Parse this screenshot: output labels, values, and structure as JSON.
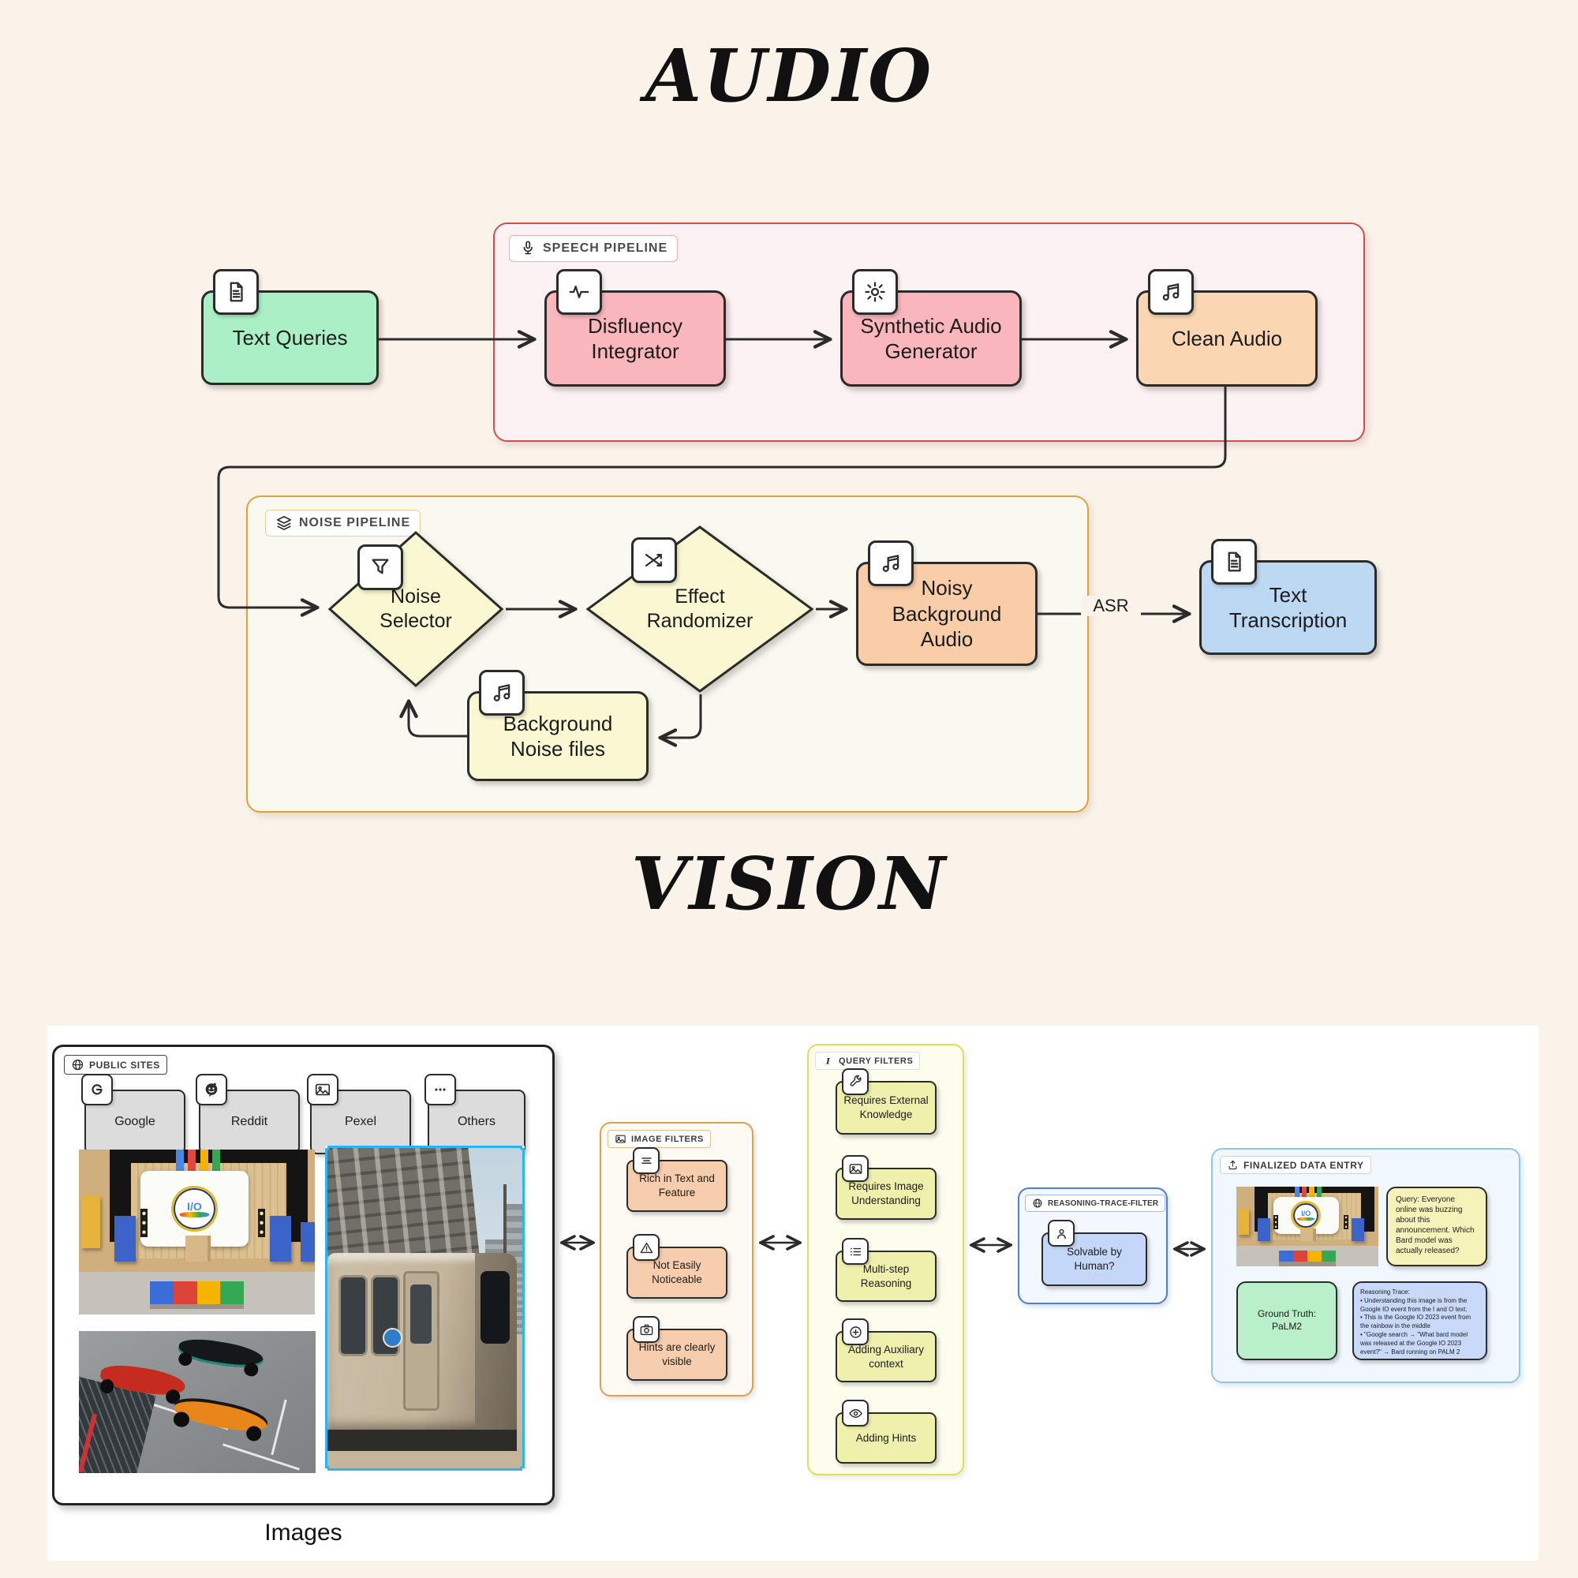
{
  "colors": {
    "background": "#FAF3EA",
    "green_node": "#ABEFC7",
    "pink_node": "#F9B6BC",
    "peach_node": "#FAD7B2",
    "yellow_node": "#FAF8D2",
    "blue_node": "#BDD8F3",
    "speech_pipeline_border": "#CF4F4F",
    "noise_pipeline_border": "#DFA13C",
    "selection_blue": "#2AB5F5"
  },
  "audio": {
    "title": "AUDIO",
    "text_queries": {
      "label": "Text Queries",
      "icon": "document-icon"
    },
    "speech_pipeline": {
      "label": "SPEECH PIPELINE",
      "icon": "microphone-icon",
      "disfluency_integrator": {
        "label": "Disfluency Integrator",
        "icon": "waveform-icon"
      },
      "synthetic_audio_generator": {
        "label": "Synthetic Audio Generator",
        "icon": "gear-icon"
      },
      "clean_audio": {
        "label": "Clean Audio",
        "icon": "music-note-icon"
      }
    },
    "noise_pipeline": {
      "label": "NOISE PIPELINE",
      "icon": "layers-icon",
      "noise_selector": {
        "label": "Noise Selector",
        "icon": "funnel-icon"
      },
      "effect_randomizer": {
        "label": "Effect Randomizer",
        "icon": "shuffle-icon"
      },
      "noisy_background_audio": {
        "label": "Noisy Background Audio",
        "icon": "music-note-icon"
      },
      "background_noise_files": {
        "label": "Background Noise files",
        "icon": "music-note-icon"
      }
    },
    "asr_label": "ASR",
    "text_transcription": {
      "label": "Text Transcription",
      "icon": "document-icon"
    }
  },
  "vision": {
    "title": "VISION",
    "public_sites": {
      "label": "PUBLIC SITES",
      "icon": "globe-icon",
      "sources": [
        {
          "label": "Google",
          "icon": "google-g-icon"
        },
        {
          "label": "Reddit",
          "icon": "reddit-icon"
        },
        {
          "label": "Pexel",
          "icon": "image-icon"
        },
        {
          "label": "Others",
          "icon": "ellipsis-icon"
        }
      ],
      "caption": "Images"
    },
    "image_filters": {
      "label": "IMAGE FILTERS",
      "icon": "image-icon",
      "items": [
        {
          "label": "Rich in Text and Feature",
          "icon": "text-lines-icon"
        },
        {
          "label": "Not Easily Noticeable",
          "icon": "warning-icon"
        },
        {
          "label": "Hints are clearly visible",
          "icon": "camera-icon"
        }
      ]
    },
    "query_filters": {
      "label": "QUERY FILTERS",
      "icon": "italic-i-icon",
      "items": [
        {
          "label": "Requires External Knowledge",
          "icon": "wrench-icon"
        },
        {
          "label": "Requires Image Understanding",
          "icon": "image-icon"
        },
        {
          "label": "Multi-step Reasoning",
          "icon": "list-icon"
        },
        {
          "label": "Adding Auxiliary context",
          "icon": "plus-circle-icon"
        },
        {
          "label": "Adding Hints",
          "icon": "eye-icon"
        }
      ]
    },
    "reasoning_trace_filter": {
      "label": "REASONING-TRACE-FILTER",
      "icon": "globe-icon",
      "item": {
        "label": "Solvable by Human?",
        "icon": "person-icon"
      }
    },
    "finalized_data_entry": {
      "label": "FINALIZED DATA ENTRY",
      "icon": "upload-icon",
      "query": "Query: Everyone online was buzzing about this announcement. Which Bard model was actually released?",
      "ground_truth": "Ground Truth: PaLM2",
      "trace_title": "Reasoning Trace:",
      "trace_lines": [
        "• Understanding this image is from the Google IO event from the I and O text.",
        "• This is the Google IO 2023 event from the rainbow in the middle",
        "• \"Google search → \"What bard model was released at the Google IO 2023 event?\" → Bard running on PALM 2"
      ]
    }
  }
}
